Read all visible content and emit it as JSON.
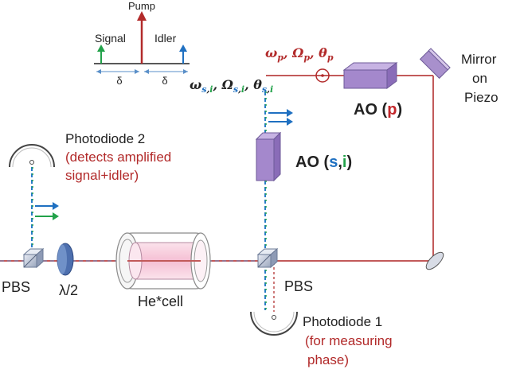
{
  "spectrum": {
    "pump": "Pump",
    "signal": "Signal",
    "idler": "Idler",
    "delta_left": "δ",
    "delta_right": "δ"
  },
  "labels": {
    "pump_params": {
      "omega": "ω",
      "omega_sub": "p",
      "sep1": ", ",
      "Omega": "Ω",
      "Omega_sub": "p",
      "sep2": ", ",
      "theta": "θ",
      "theta_sub": "p"
    },
    "si_params": {
      "omega": "ω",
      "Omega": "Ω",
      "theta": "θ",
      "sub_s": "s",
      "sub_comma": ",",
      "sub_i": "i",
      "sep1": ", ",
      "sep2": ", "
    },
    "mirror_line1": "Mirror",
    "mirror_line2": "on",
    "mirror_line3": "Piezo",
    "ao_p_prefix": "AO (",
    "ao_p_letter": "p",
    "ao_p_suffix": ")",
    "ao_si_prefix": "AO (",
    "ao_si_s": "s",
    "ao_si_comma": ",",
    "ao_si_i": "i",
    "ao_si_suffix": ")",
    "photodiode2": "Photodiode 2",
    "photodiode2_note1": "(detects amplified",
    "photodiode2_note2": "signal+idler)",
    "pbs_left": "PBS",
    "half_wave": "λ/2",
    "he_cell": "He*cell",
    "pbs_right": "PBS",
    "photodiode1": "Photodiode 1",
    "photodiode1_note1": "(for measuring",
    "photodiode1_note2": "phase)"
  },
  "colors": {
    "pump_red": "#b22a2a",
    "signal_green": "#22a24a",
    "idler_blue": "#1f70c1",
    "component_purple": "#a488cc",
    "text_dark": "#222222"
  }
}
